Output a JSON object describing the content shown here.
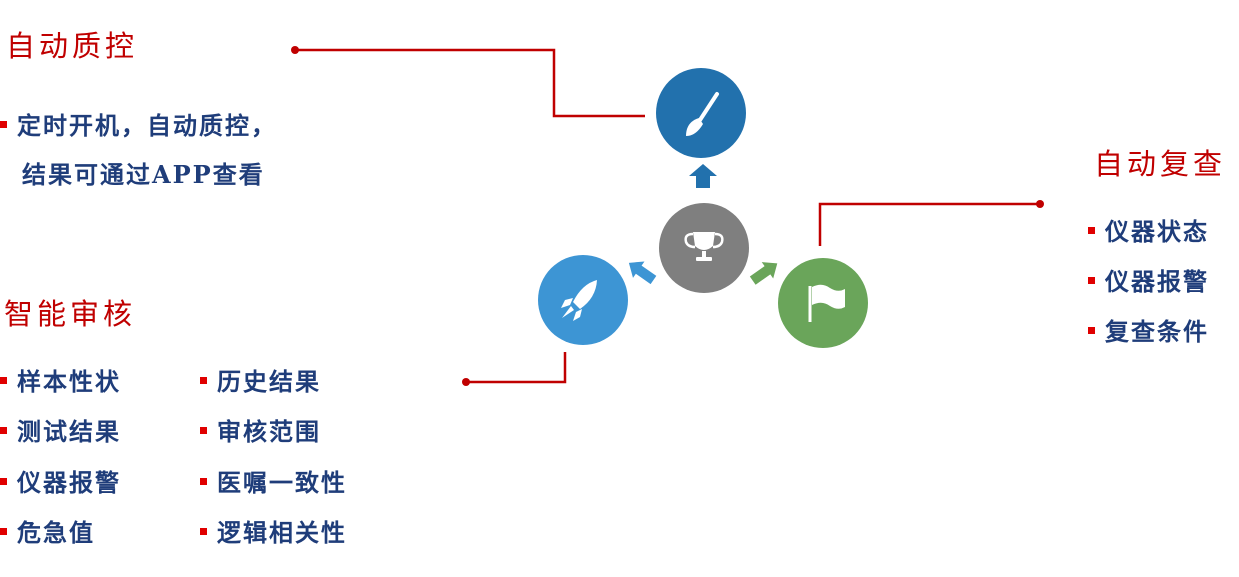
{
  "sections": {
    "qc": {
      "title": "自动质控",
      "lines": [
        "定时开机，自动质控，",
        "结果可通过APP查看"
      ]
    },
    "review": {
      "title": "自动复查",
      "items": [
        "仪器状态",
        "仪器报警",
        "复查条件"
      ]
    },
    "audit": {
      "title": "智能审核",
      "col1": [
        "样本性状",
        "测试结果",
        "仪器报警",
        "危急值"
      ],
      "col2": [
        "历史结果",
        "审核范围",
        "医嘱一致性",
        "逻辑相关性"
      ]
    }
  },
  "icons": {
    "center": "trophy-icon",
    "top": "paintbrush-icon",
    "left": "rocket-icon",
    "right": "flag-icon"
  },
  "colors": {
    "heading": "#c00000",
    "text": "#1f3d7a",
    "bullet": "#e00000",
    "connector": "#c00000",
    "center": "#7f7f7f",
    "top": "#2271ad",
    "left": "#3d95d4",
    "right": "#6aa55a"
  }
}
